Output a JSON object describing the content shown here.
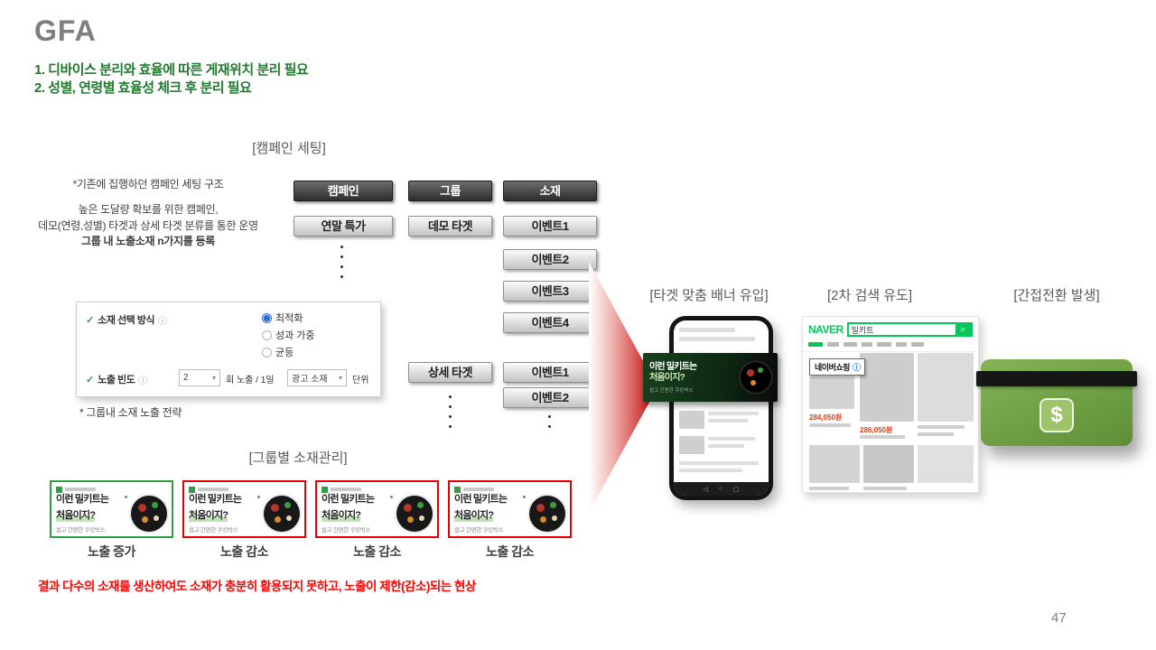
{
  "colors": {
    "title_gray": "#7F7F7F",
    "heading_green": "#1F7A2D",
    "alert_red": "#FF0000",
    "naver_green": "#03C75A",
    "card_green": "#76A843",
    "arrow_red": "#C00000",
    "increase_border": "#2E9E44",
    "decrease_border": "#E60000"
  },
  "slide": {
    "title": "GFA",
    "subtitle1": "1. 디바이스 분리와 효율에 따른 게재위치 분리 필요",
    "subtitle2": "2. 성별, 연령별 효율성 체크 후 분리 필요",
    "page_number": "47"
  },
  "campaign_setting": {
    "section_label": "[캠페인 세팅]",
    "desc1": "*기존에 집행하던 캠페인 세팅 구조",
    "desc2": "높은 도달량 확보를 위한 캠페인,",
    "desc3": "데모(연령,성별) 타겟과 상세 타겟 분류를 통한 운영",
    "desc4": "그룹 내 노출소재 n가지를 등록",
    "col_campaign": "캠페인",
    "col_group": "그룹",
    "col_creative": "소재",
    "campaign_name": "연말 특가",
    "group_demo": "데모 타겟",
    "group_detail": "상세 타겟",
    "demo_events": [
      "이벤트1",
      "이벤트2",
      "이벤트3",
      "이벤트4"
    ],
    "detail_events": [
      "이벤트1",
      "이벤트2"
    ]
  },
  "settings_panel": {
    "select_label": "소재 선택 방식",
    "option1": "최적화",
    "option2": "성과 가중",
    "option3": "균등",
    "freq_label": "노출 빈도",
    "freq_value": "2",
    "freq_text": "회 노출 / 1일",
    "freq_select": "광고 소재",
    "freq_unit": "단위",
    "caption": "* 그룹내 소재 노출 전략"
  },
  "creatives": {
    "section_label": "[그룹별 소재관리]",
    "ad_title1": "이런 밀키트는",
    "ad_title2": "처음이지?",
    "ad_subtitle": "쉽고 간편한 쿠킹박스",
    "statuses": [
      "노출 증가",
      "노출 감소",
      "노출 감소",
      "노출 감소"
    ]
  },
  "conclusion": "결과 다수의 소재를 생산하여도 소재가 충분히 활용되지 못하고, 노출이 제한(감소)되는 현상",
  "funnel": {
    "label1": "[타겟 맞춤 배너 유입]",
    "label2": "[2차 검색 유도]",
    "label3": "[간접전환 발생]",
    "naver_logo": "NAVER",
    "search_query": "밀키트",
    "shopping_tooltip": "네이버쇼핑",
    "price1": "284,050원",
    "price2": "286,050원"
  },
  "icons": {
    "check": "✓",
    "info": "ⓘ",
    "chevron_down": "▾",
    "search": "⌕",
    "dollar": "$",
    "nav_back": "◁",
    "nav_home": "○",
    "nav_recent": "▢"
  }
}
